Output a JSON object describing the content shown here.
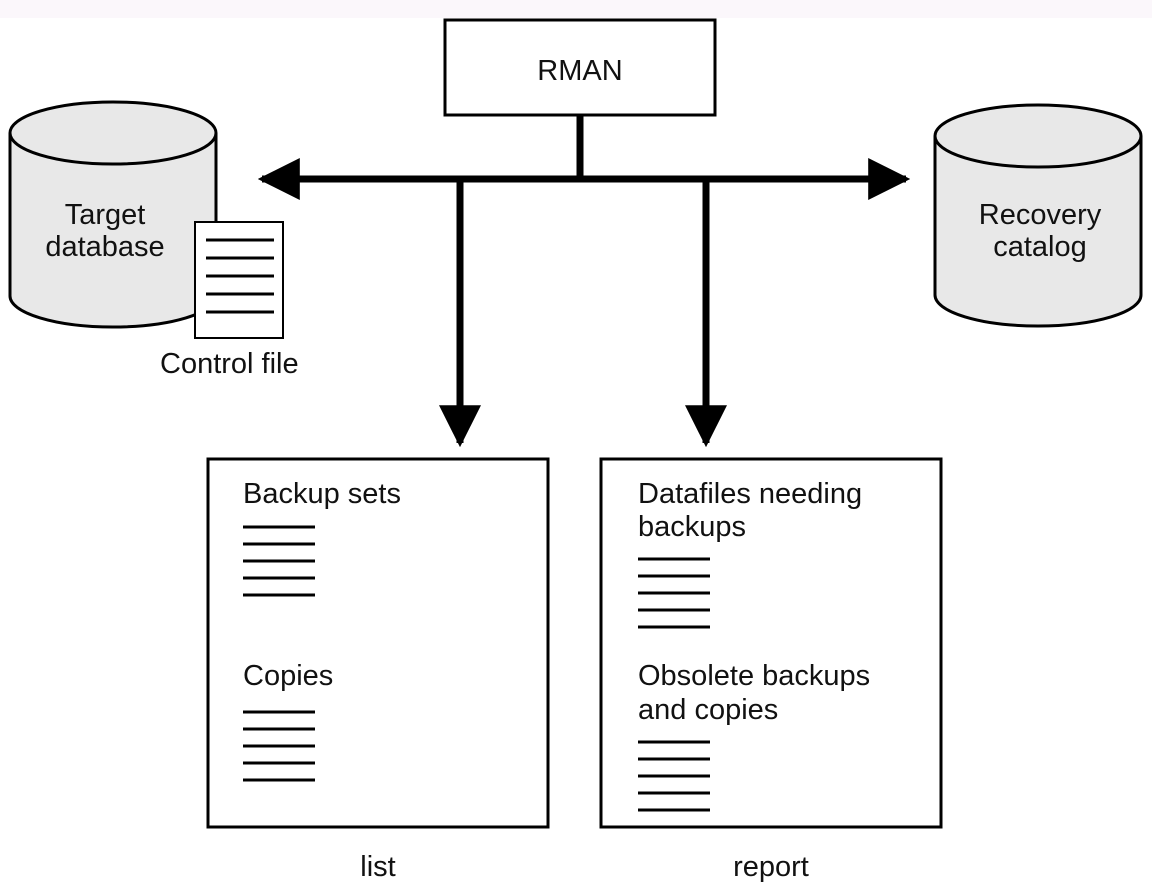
{
  "nodes": {
    "rman": "RMAN",
    "target_db": [
      "Target",
      "database"
    ],
    "control_file": "Control file",
    "recovery_catalog": [
      "Recovery",
      "catalog"
    ]
  },
  "list_panel": {
    "caption": "list",
    "items": [
      "Backup sets",
      "Copies"
    ]
  },
  "report_panel": {
    "caption": "report",
    "items": [
      [
        "Datafiles needing",
        "backups"
      ],
      [
        "Obsolete backups",
        "and copies"
      ]
    ]
  }
}
